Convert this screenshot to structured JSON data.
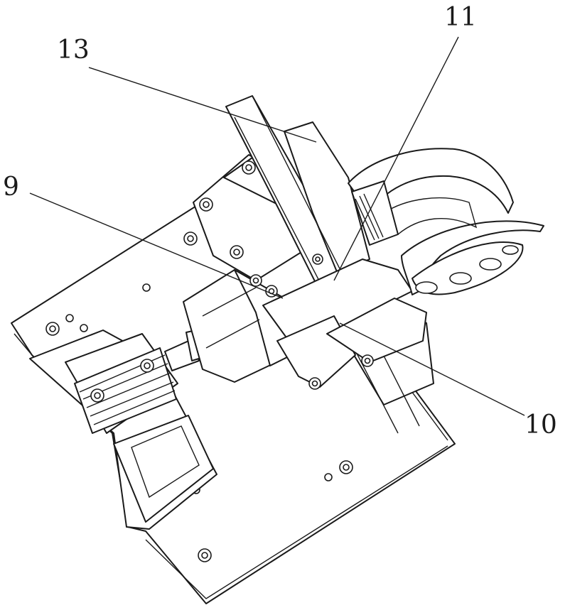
{
  "figure": {
    "labels": {
      "part_9": "9",
      "part_10": "10",
      "part_11": "11",
      "part_13": "13"
    },
    "colors": {
      "ink": "#1a1a1a",
      "paper": "#ffffff"
    }
  }
}
